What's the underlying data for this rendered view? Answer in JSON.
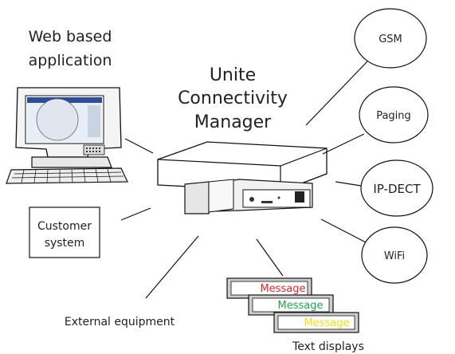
{
  "labels": {
    "web_app_line1": "Web based",
    "web_app_line2": "application",
    "hub_line1": "Unite",
    "hub_line2": "Connectivity",
    "hub_line3": "Manager",
    "customer_line1": "Customer",
    "customer_line2": "system",
    "external": "External equipment",
    "text_displays": "Text displays"
  },
  "bubbles": {
    "gsm": "GSM",
    "paging": "Paging",
    "ipdect": "IP-DECT",
    "wifi": "WiFi"
  },
  "messages": [
    {
      "text": "Message",
      "color": "#e8262a"
    },
    {
      "text": "Message",
      "color": "#1aa84a"
    },
    {
      "text": "Message",
      "color": "#f2e012"
    }
  ]
}
